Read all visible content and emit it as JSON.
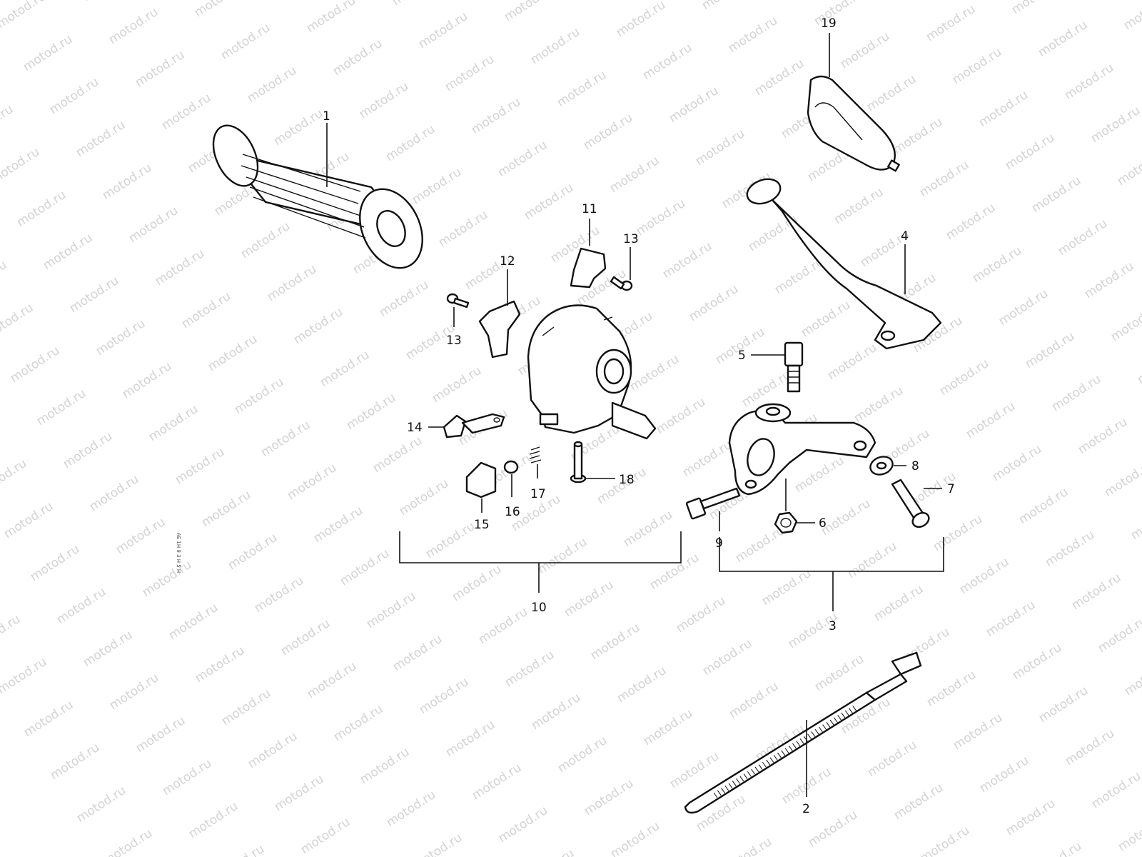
{
  "watermark": "motod.ru",
  "callouts": {
    "c1": "1",
    "c2": "2",
    "c3": "3",
    "c4": "4",
    "c5": "5",
    "c6": "6",
    "c7": "7",
    "c8": "8",
    "c9": "9",
    "c10": "10",
    "c11": "11",
    "c12": "12",
    "c13a": "13",
    "c13b": "13",
    "c14": "14",
    "c15": "15",
    "c16": "16",
    "c17": "17",
    "c18": "18",
    "c19": "19"
  },
  "side_note": "AE 1H 9 3 H 5 H"
}
